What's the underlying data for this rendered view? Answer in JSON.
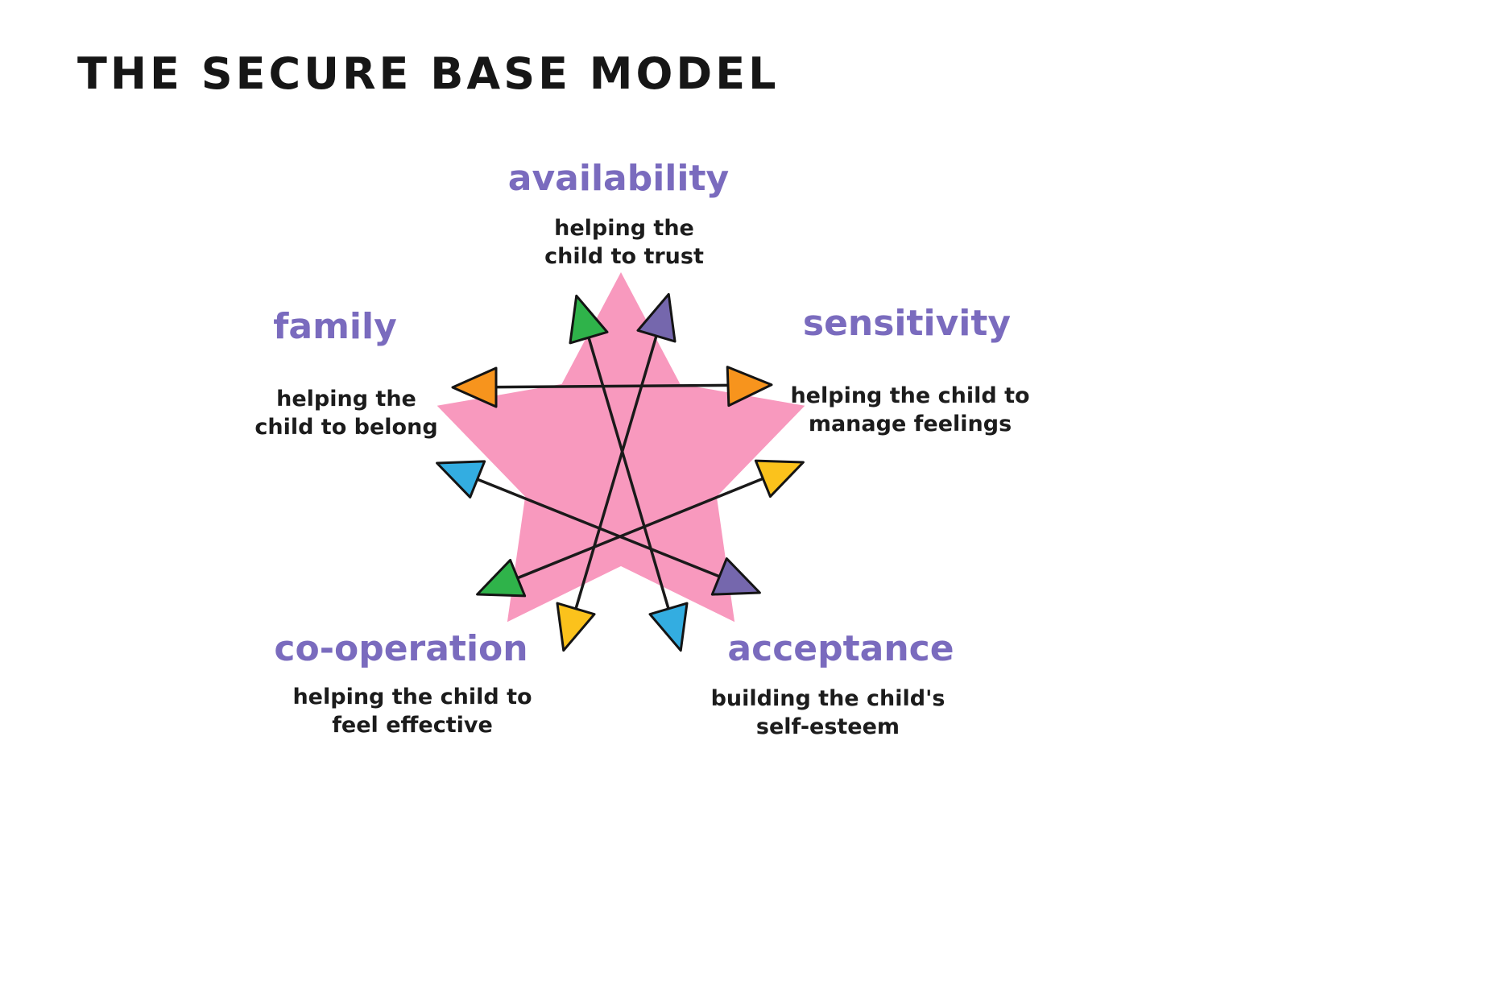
{
  "title": "THE SECURE BASE MODEL",
  "diagram": {
    "availability": {
      "label": "availability",
      "desc": "helping the\nchild to trust"
    },
    "sensitivity": {
      "label": "sensitivity",
      "desc": "helping the child to\nmanage feelings"
    },
    "acceptance": {
      "label": "acceptance",
      "desc": "building the child's\nself-esteem"
    },
    "cooperation": {
      "label": "co-operation",
      "desc": "helping the child to\nfeel effective"
    },
    "family": {
      "label": "family",
      "desc": "helping the\nchild to belong"
    }
  },
  "colors": {
    "star": "#F899BE",
    "label_purple": "#7A6BBE",
    "line_black": "#1A1A1A",
    "arrow_green": "#2FB34A",
    "arrow_purple": "#7567AD",
    "arrow_orange": "#F7941D",
    "arrow_yellow": "#FBC21C",
    "arrow_blue": "#33ADE1"
  }
}
